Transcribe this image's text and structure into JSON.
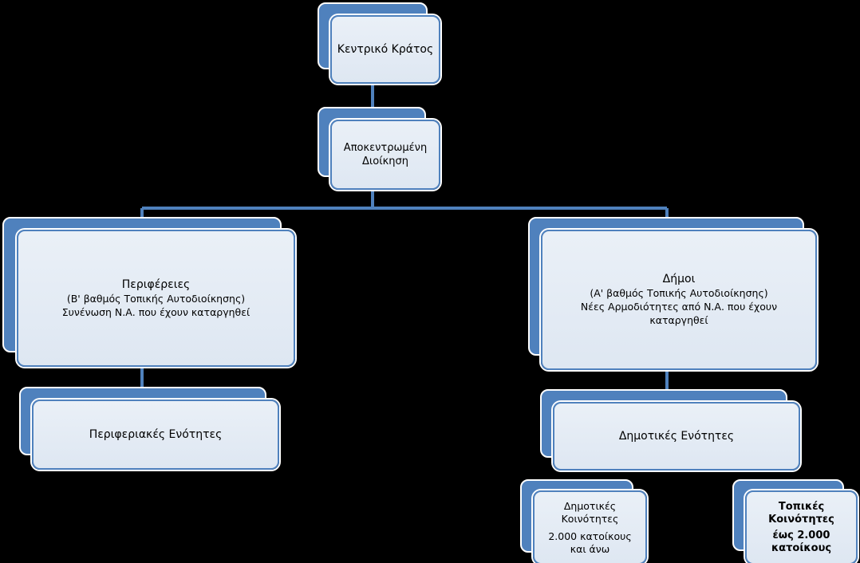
{
  "diagram": {
    "central_state": "Κεντρικό Κράτος",
    "decentralized_admin": {
      "line1": "Αποκεντρωμένη",
      "line2": "Διοίκηση"
    },
    "regions": {
      "title": "Περιφέρειες",
      "subtitle": "(Β' βαθμός Τοπικής Αυτοδιοίκησης)",
      "note": "Συνένωση Ν.Α. που έχουν καταργηθεί"
    },
    "regional_units": "Περιφεριακές Ενότητες",
    "municipalities": {
      "title": "Δήμοι",
      "subtitle": "(Α' βαθμός Τοπικής Αυτοδιοίκησης)",
      "note_line1": "Νέες Αρμοδιότητες από Ν.Α. που έχουν",
      "note_line2": "καταργηθεί"
    },
    "municipal_units": "Δημοτικές Ενότητες",
    "municipal_communities": {
      "line1": "Δημοτικές",
      "line2": "Κοινότητες",
      "line3": "2.000 κατοίκους",
      "line4": "και άνω"
    },
    "local_communities": {
      "line1": "Τοπικές",
      "line2": "Κοινότητες",
      "line3": "έως 2.000",
      "line4": "κατοίκους"
    }
  },
  "colors": {
    "background": "#000000",
    "box_back": "#4f81bd",
    "box_front": "#e4ecf5",
    "connector": "#4f81bd"
  }
}
